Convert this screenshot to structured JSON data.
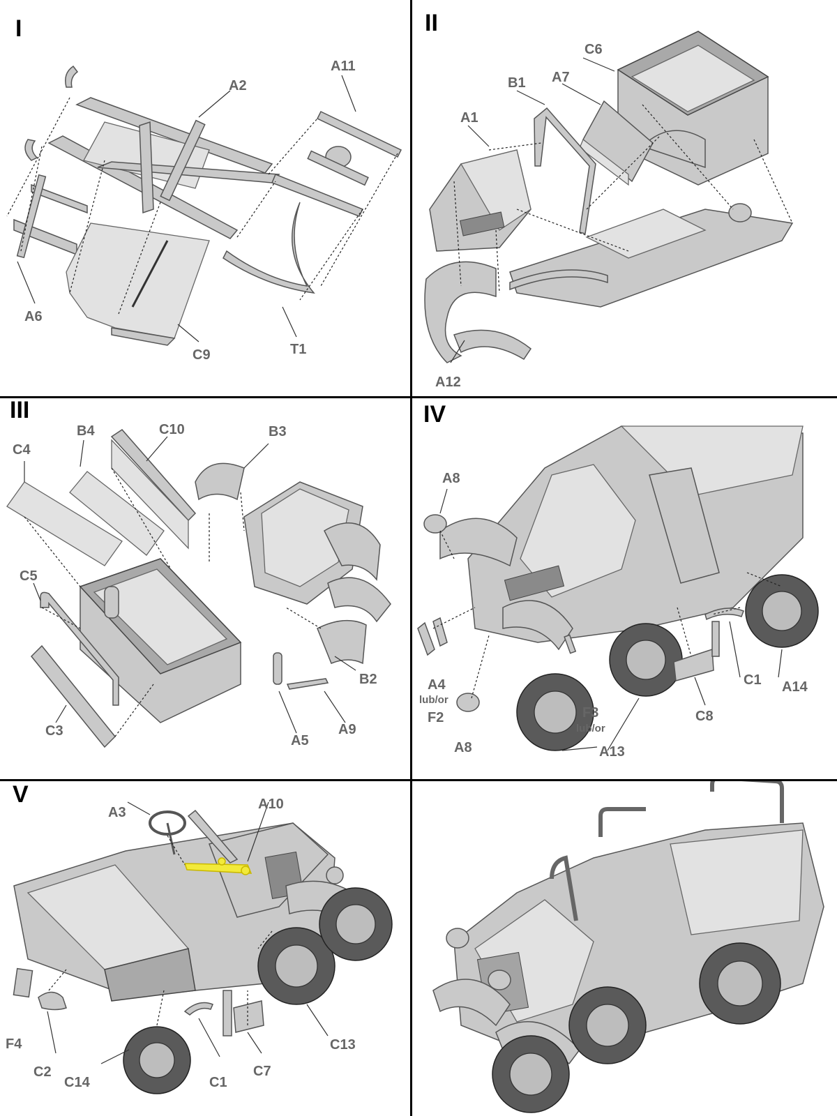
{
  "panels": [
    {
      "roman": "I",
      "labels": [
        "A2",
        "A11",
        "A6",
        "C9",
        "T1"
      ]
    },
    {
      "roman": "II",
      "labels": [
        "C6",
        "B1",
        "A7",
        "A1",
        "A12"
      ]
    },
    {
      "roman": "III",
      "labels": [
        "C10",
        "B4",
        "B3",
        "C4",
        "C5",
        "B2",
        "C3",
        "A5",
        "A9"
      ]
    },
    {
      "roman": "IV",
      "labels": [
        "A8",
        "A4",
        "lub/or",
        "F2",
        "A8",
        "F3",
        "lub/or",
        "C1",
        "A14",
        "C8",
        "A13"
      ]
    },
    {
      "roman": "V",
      "labels": [
        "A3",
        "A10",
        "F4",
        "C2",
        "C14",
        "C1",
        "C7",
        "C13"
      ]
    },
    {
      "roman": "",
      "labels": []
    }
  ],
  "colors": {
    "divider": "#000000",
    "label": "#666666",
    "part": "#c9c9c9",
    "highlight": "#f2ea3a"
  }
}
